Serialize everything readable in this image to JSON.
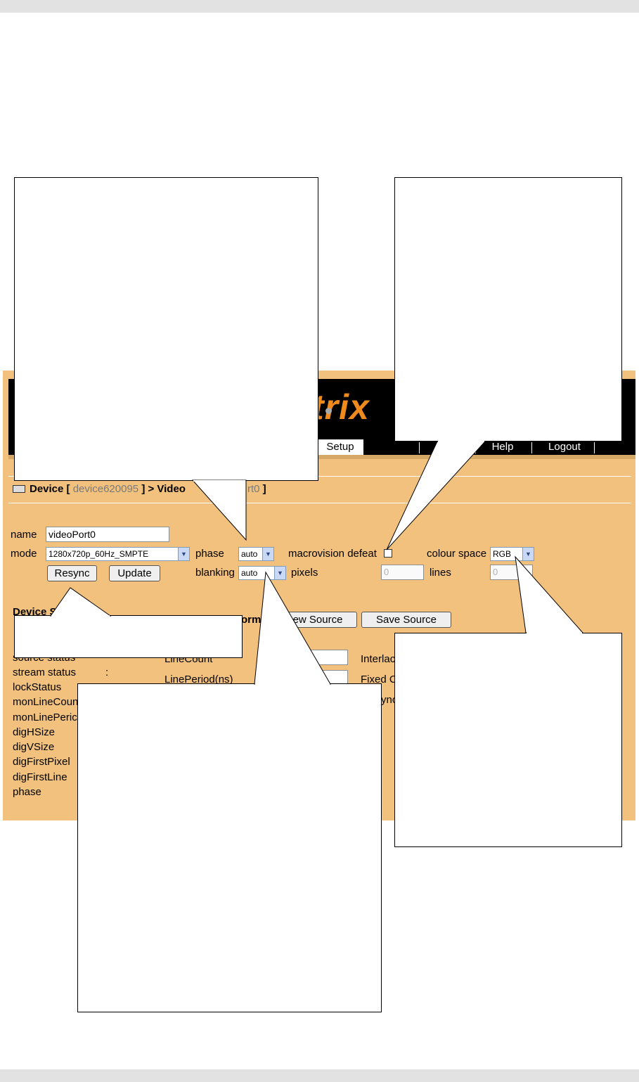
{
  "header": {
    "logo_text": "trix",
    "nav": [
      {
        "label": "Setup",
        "active": true
      },
      {
        "label": "Help",
        "active": false
      },
      {
        "label": "Logout",
        "active": false
      }
    ]
  },
  "breadcrumb": {
    "device_label": "Device [",
    "device_id": "device620095",
    "mid": "] > Video",
    "tail_value": "rt0",
    "close": "]"
  },
  "form": {
    "name_label": "name",
    "name_value": "videoPort0",
    "mode_label": "mode",
    "mode_value": "1280x720p_60Hz_SMPTE",
    "phase_label": "phase",
    "phase_value": "auto",
    "macrovision_label": "macrovision defeat",
    "colour_space_label": "colour space",
    "colour_space_value": "RGB",
    "blanking_label": "blanking",
    "blanking_value": "auto",
    "pixels_label": "pixels",
    "pixels_value": "0",
    "lines_label": "lines",
    "lines_value": "0",
    "resync_label": "Resync",
    "update_label": "Update"
  },
  "device_section": {
    "heading": "Device S",
    "format_fragment": "orma",
    "view_source_label": "ew Source",
    "save_source_label": "Save Source",
    "status_rows": [
      "source status",
      "stream status",
      "lockStatus",
      "monLineCoun",
      "monLinePeric",
      "digHSize",
      "digVSize",
      "digFirstPixel",
      "digFirstLine",
      "phase"
    ],
    "colon": ":",
    "line_count_label": "LineCount",
    "line_period_label": "LinePeriod(ns)",
    "interlace_fragment": "Interlac",
    "fixed_fragment": "Fixed C",
    "sync_fragment": "ync"
  }
}
